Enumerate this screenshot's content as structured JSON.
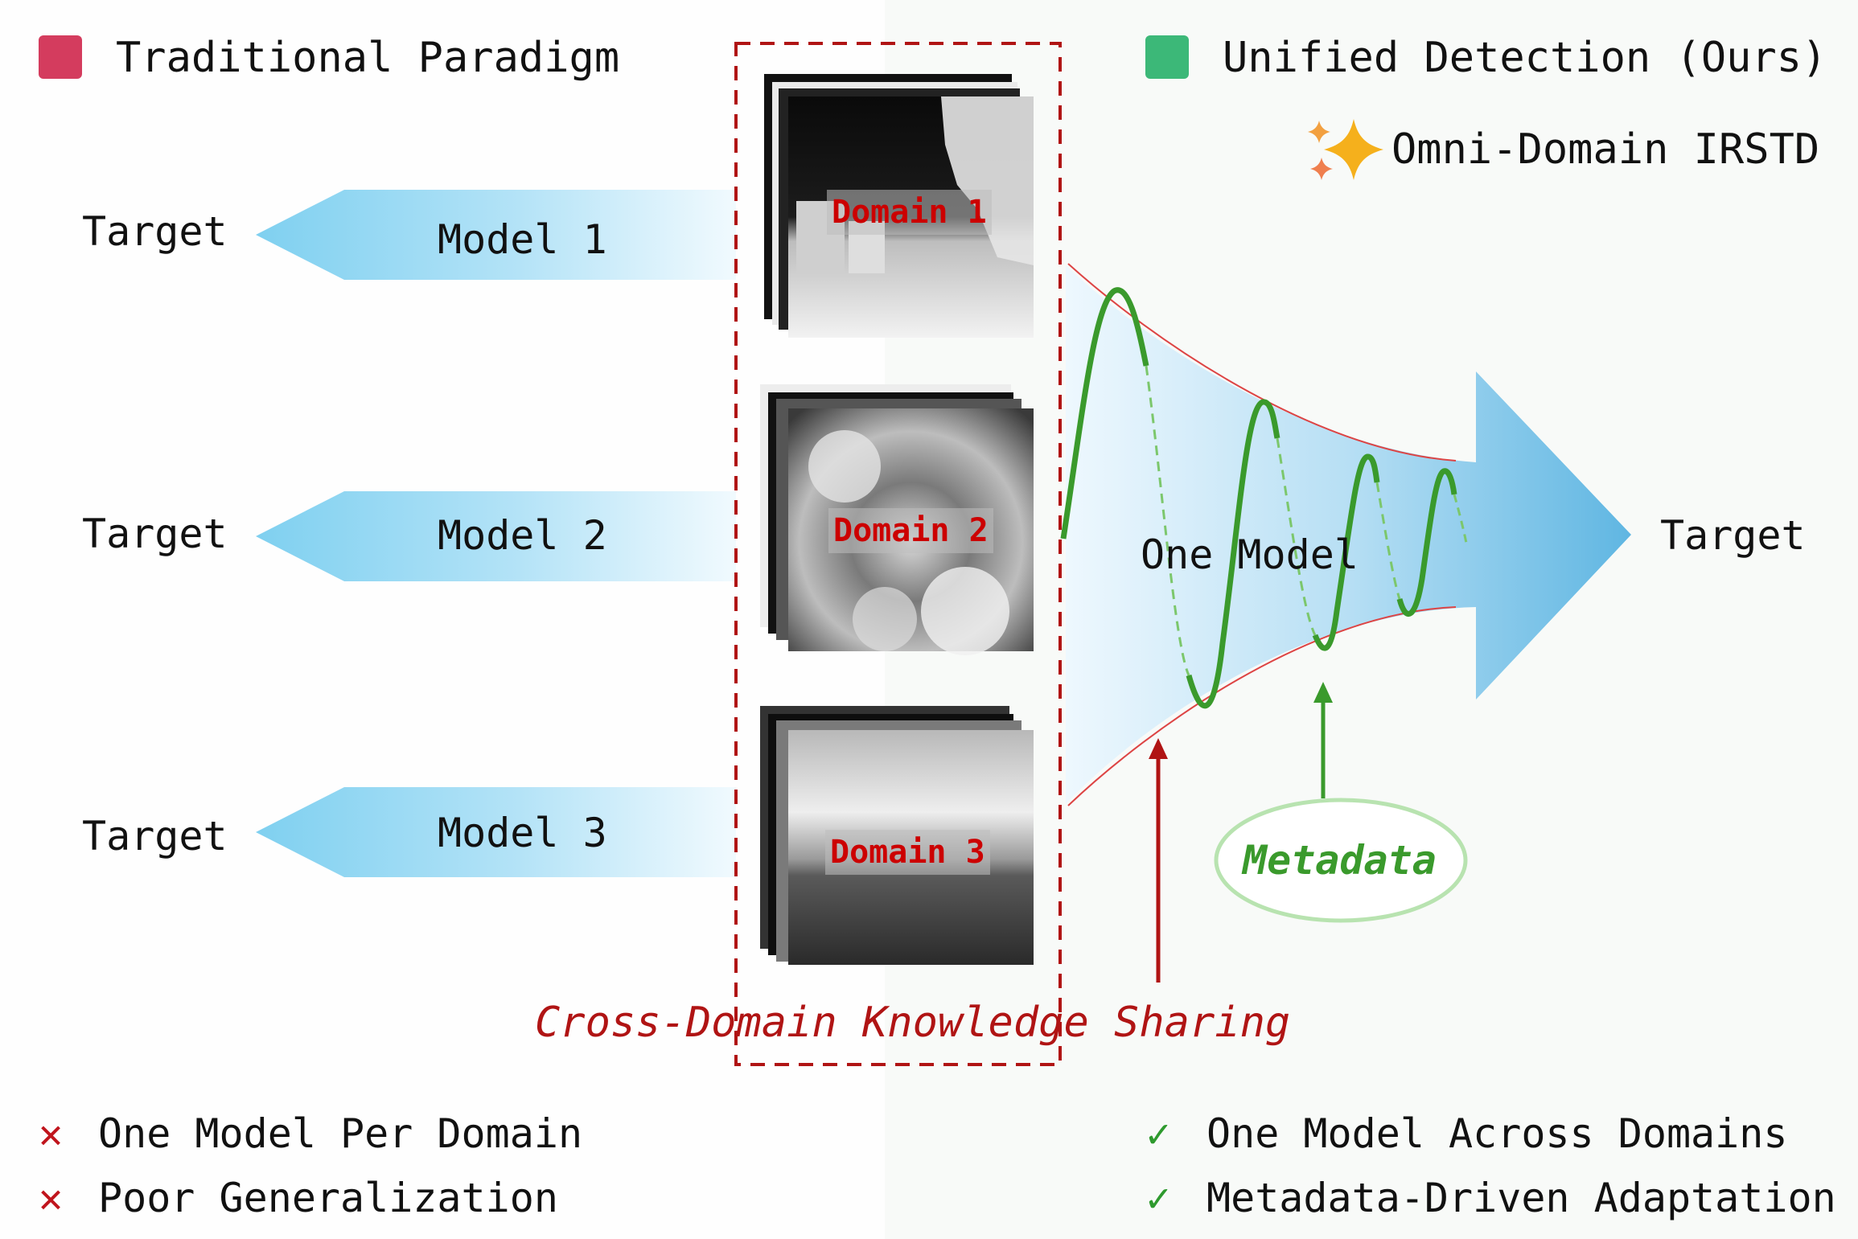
{
  "legend": {
    "traditional": {
      "label": "Traditional Paradigm",
      "color": "#d43c5e"
    },
    "unified": {
      "label": "Unified Detection (Ours)",
      "color": "#3cb878"
    },
    "omni": {
      "label": "Omni-Domain IRSTD",
      "icon": "sparkles-icon"
    }
  },
  "traditional_rows": [
    {
      "target": "Target",
      "model": "Model 1",
      "domain": "Domain 1"
    },
    {
      "target": "Target",
      "model": "Model 2",
      "domain": "Domain 2"
    },
    {
      "target": "Target",
      "model": "Model 3",
      "domain": "Domain 3"
    }
  ],
  "unified": {
    "model_label": "One Model",
    "target": "Target",
    "metadata_label": "Metadata",
    "sharing_label": "Cross-Domain Knowledge Sharing"
  },
  "pros_cons": {
    "cons": [
      "One Model Per Domain",
      "Poor Generalization"
    ],
    "pros": [
      "One Model Across Domains",
      "Metadata-Driven Adaptation"
    ],
    "cons_mark": "✕",
    "pros_mark": "✓"
  },
  "colors": {
    "arrow_light": "#8fd6f2",
    "funnel": "#5ab4e3",
    "wave": "#3a9a2c",
    "accent_red": "#b01414"
  }
}
